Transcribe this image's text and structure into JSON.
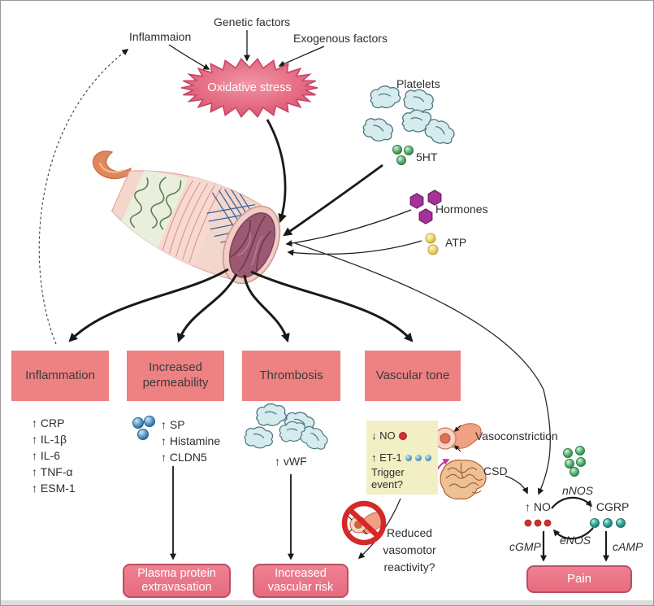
{
  "title": "Oxidative stress and endothelial dysfunction pathway diagram",
  "top": {
    "inflammaion": "Inflammaion",
    "genetic": "Genetic factors",
    "exogenous": "Exogenous factors",
    "oxidative_stress": "Oxidative stress"
  },
  "mediators": {
    "platelets": "Platelets",
    "sht": "5HT",
    "hormones": "Hormones",
    "atp": "ATP"
  },
  "boxes": {
    "inflammation": "Inflammation",
    "permeability": "Increased permeability",
    "thrombosis": "Thrombosis",
    "vascular_tone": "Vascular tone"
  },
  "lists": {
    "inflammation_markers": [
      "↑ CRP",
      "↑ IL-1β",
      "↑ IL-6",
      "↑ TNF-α",
      "↑ ESM-1"
    ],
    "permeability_markers": [
      "↑ SP",
      "↑ Histamine",
      "↑ CLDN5"
    ],
    "thrombosis_marker": "↑ vWF"
  },
  "vascular": {
    "no_down": "↓ NO",
    "et1_up": "↑ ET-1",
    "trigger": "Trigger event?",
    "vasoconstriction": "Vasoconstriction",
    "csd": "CSD",
    "reduced_reactivity": "Reduced vasomotor reactivity?"
  },
  "signaling": {
    "no_up": "↑ NO",
    "cgrp_up": "↑ CGRP",
    "nnos": "nNOS",
    "enos": "eNOS",
    "cgmp": "cGMP",
    "camp": "cAMP"
  },
  "outcomes": {
    "plasma": "Plasma protein extravasation",
    "vascular_risk": "Increased vascular risk",
    "pain": "Pain"
  },
  "colors": {
    "process_box_pink": "#ee8181",
    "outcome_box_pink": "#e97585",
    "outcome_border": "#b94f63",
    "starburst_pink": "#e05a74",
    "trigger_yellow": "#f2efc5",
    "serotonin_green": "#57b26b",
    "hormone_magenta": "#a8309b",
    "atp_yellow": "#f0d878",
    "platelet_blue": "#d6ebee",
    "no_red": "#d32f2f",
    "et1_blue": "#4a7db5",
    "cgrp_teal": "#2a9a8c",
    "prohibition_red": "#d62828",
    "csd_arrow_magenta": "#c2399a"
  }
}
